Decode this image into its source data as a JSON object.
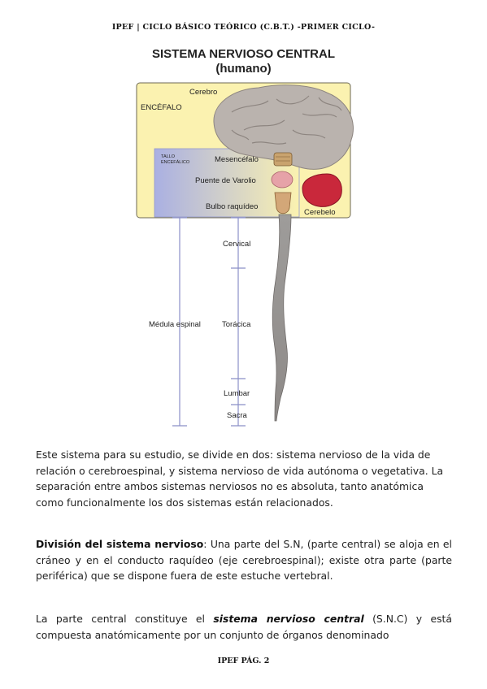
{
  "header": "IPEF | CICLO BÁSICO TEÓRICO (C.B.T.) -PRIMER CICLO-",
  "figure": {
    "title": "SISTEMA NERVIOSO CENTRAL",
    "subtitle": "(humano)",
    "labels": {
      "cerebro": "Cerebro",
      "encefalo": "ENCÉFALO",
      "tallo_line1": "TALLO",
      "tallo_line2": "ENCEFÁLICO",
      "mesencefalo": "Mesencéfalo",
      "puente": "Puente de Varolio",
      "bulbo": "Bulbo raquídeo",
      "cerebelo": "Cerebelo",
      "medula": "Médula espinal",
      "cervical": "Cervical",
      "toracica": "Torácica",
      "lumbar": "Lumbar",
      "sacra": "Sacra"
    },
    "colors": {
      "box_fill": "#fbf2b0",
      "brain": "#b9b2ad",
      "cerebelo": "#c9283b",
      "spine": "#9c9896",
      "stem_panel": "#b8bce6",
      "tick_lines": "#8b8fc8"
    }
  },
  "paragraphs": {
    "p1": "Este sistema para su estudio, se divide en dos: sistema nervioso de la vida de relación o cerebroespinal, y sistema nervioso de vida autónoma o vegetativa. La separación entre ambos sistemas nerviosos no es absoluta, tanto anatómica como funcionalmente los dos sistemas están relacionados.",
    "p2_bold": "División del sistema nervioso",
    "p2_rest": ": Una parte del S.N, (parte central) se aloja en el cráneo y en el conducto raquídeo (eje cerebroespinal); existe otra parte (parte periférica) que se dispone fuera de este estuche vertebral.",
    "p3_a": "La parte central constituye el ",
    "p3_bi": "sistema nervioso central",
    "p3_b": " (S.N.C) y está compuesta anatómicamente por un conjunto de órganos denominado"
  },
  "footer": "IPEF PÁG. 2"
}
